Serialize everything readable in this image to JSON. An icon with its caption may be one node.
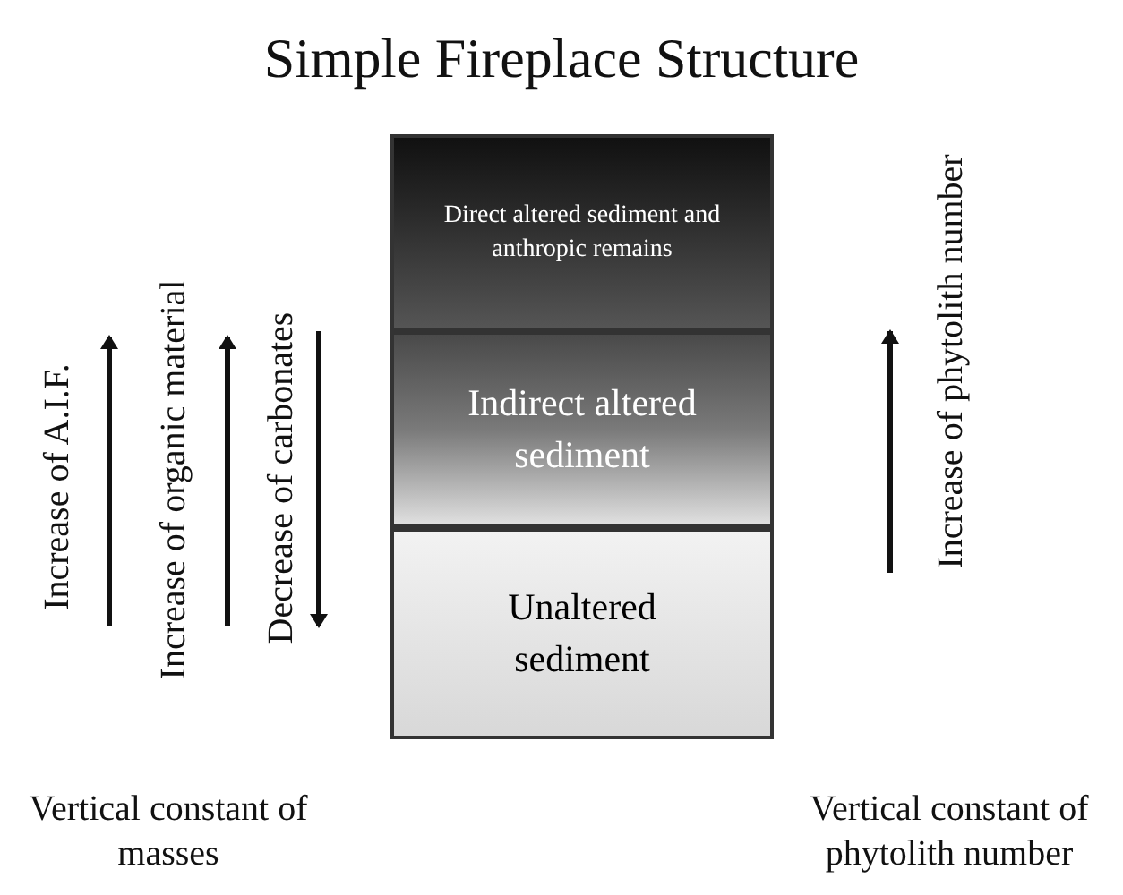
{
  "diagram": {
    "title": "Simple Fireplace Structure",
    "nodes": [
      {
        "text": [
          "Direct  altered sediment and anthropic remains"
        ]
      },
      {
        "text": [
          "Indirect altered sediment"
        ]
      },
      {
        "text": [
          "Unaltered sediment"
        ]
      }
    ],
    "labels": [
      "Increase of A.I.F.",
      "Increase of organic material",
      "Decrease of carbonates",
      "Increase of phytolith number",
      "Vertical constant of masses",
      "Vertical constant of phytolith number"
    ]
  }
}
